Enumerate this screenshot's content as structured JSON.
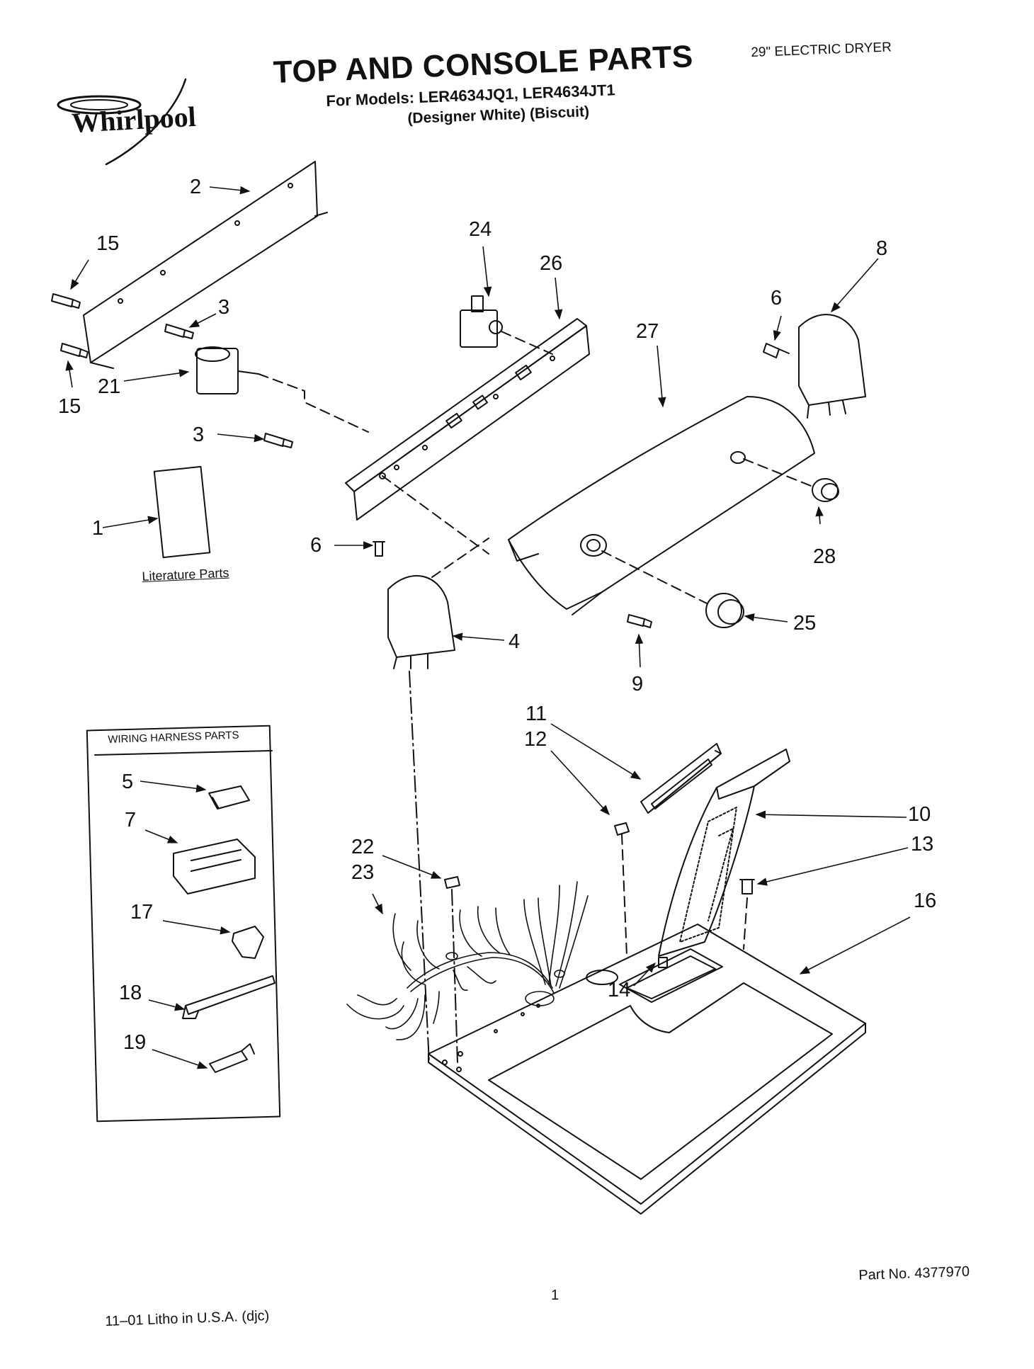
{
  "header": {
    "title": "TOP AND CONSOLE PARTS",
    "models_line": "For Models: LER4634JQ1, LER4634JT1",
    "variants_line": "(Designer White)   (Biscuit)",
    "product": "29\" ELECTRIC DRYER",
    "brand": "Whirlpool"
  },
  "footer": {
    "part_no": "Part No. 4377970",
    "page_number": "1",
    "litho": "11–01 Litho in U.S.A. (djc)"
  },
  "labels": {
    "literature": "Literature Parts",
    "wiring_box": "WIRING HARNESS PARTS"
  },
  "callouts": {
    "c1": "1",
    "c2": "2",
    "c3a": "3",
    "c3b": "3",
    "c4": "4",
    "c5": "5",
    "c6a": "6",
    "c6b": "6",
    "c7": "7",
    "c8": "8",
    "c9": "9",
    "c10": "10",
    "c11": "11",
    "c12": "12",
    "c13": "13",
    "c14": "14",
    "c15a": "15",
    "c15b": "15",
    "c16": "16",
    "c17": "17",
    "c18": "18",
    "c19": "19",
    "c21": "21",
    "c22": "22",
    "c23": "23",
    "c24": "24",
    "c25": "25",
    "c26": "26",
    "c27": "27",
    "c28": "28"
  }
}
